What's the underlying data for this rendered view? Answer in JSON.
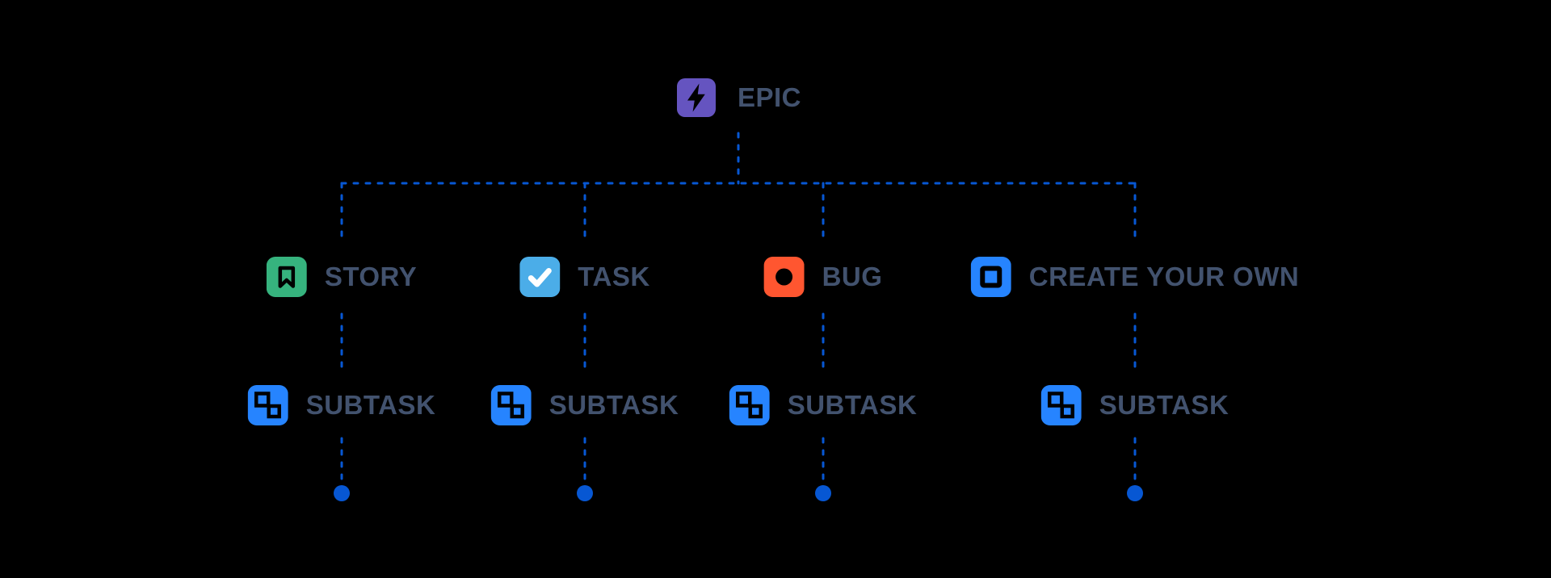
{
  "diagram": {
    "type": "tree",
    "root": {
      "id": "epic",
      "label": "EPIC",
      "icon": "lightning-bolt-icon"
    },
    "level2": [
      {
        "id": "story",
        "label": "STORY",
        "icon": "bookmark-icon"
      },
      {
        "id": "task",
        "label": "TASK",
        "icon": "checkmark-icon"
      },
      {
        "id": "bug",
        "label": "BUG",
        "icon": "circle-dot-icon"
      },
      {
        "id": "create_your_own",
        "label": "CREATE YOUR OWN",
        "icon": "square-outline-icon"
      }
    ],
    "level3": [
      {
        "id": "subtask-1",
        "label": "SUBTASK",
        "icon": "subtask-squares-icon"
      },
      {
        "id": "subtask-2",
        "label": "SUBTASK",
        "icon": "subtask-squares-icon"
      },
      {
        "id": "subtask-3",
        "label": "SUBTASK",
        "icon": "subtask-squares-icon"
      },
      {
        "id": "subtask-4",
        "label": "SUBTASK",
        "icon": "subtask-squares-icon"
      }
    ],
    "connector_style": "dashed",
    "terminator": "filled-dot"
  },
  "colors": {
    "canvas": "#000000",
    "line": "#0757D3",
    "label": "#42526E",
    "epic": "#6554C0",
    "story": "#36B37E",
    "task": "#4BADE8",
    "task_check": "#FFFFFF",
    "bug": "#FF5630",
    "create_your_own": "#2684FF",
    "subtask": "#2684FF"
  }
}
